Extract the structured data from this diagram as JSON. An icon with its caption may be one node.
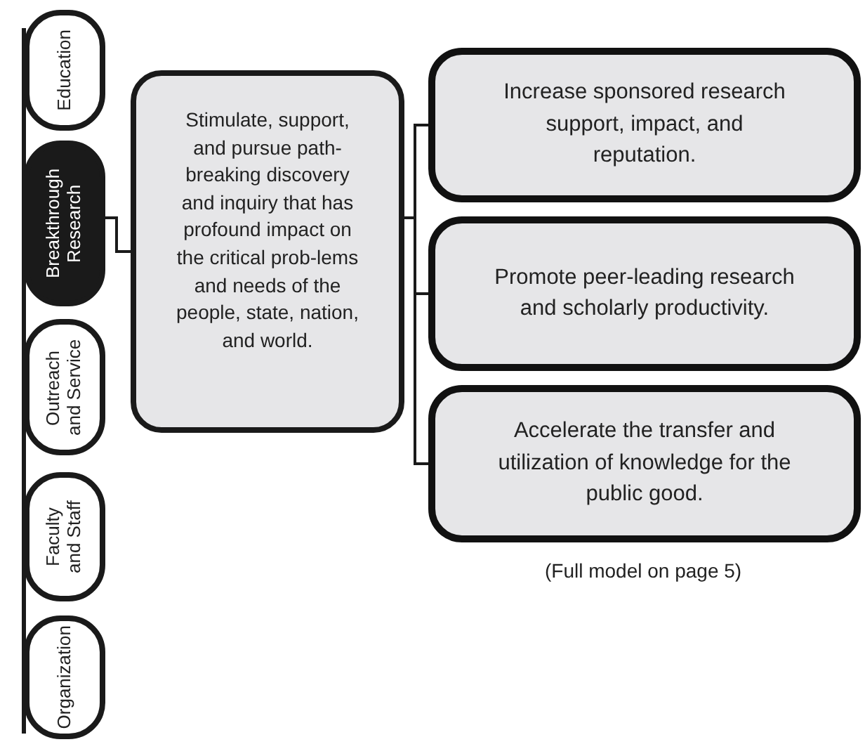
{
  "diagram": {
    "nodes": [
      {
        "text": [
          "Education"
        ]
      },
      {
        "text": [
          "Breakthrough Research"
        ]
      },
      {
        "text": [
          "Outreach and Service"
        ]
      },
      {
        "text": [
          "Faculty and Staff"
        ]
      },
      {
        "text": [
          "Organization"
        ]
      },
      {
        "text": [
          "Stimulate, support, and pursue path-breaking discovery and inquiry that has profound impact on the critical prob-lems and needs of the people, state, nation, and world."
        ]
      },
      {
        "text": [
          "Increase sponsored research support, impact, and reputation."
        ]
      },
      {
        "text": [
          "Promote peer-leading research and scholarly productivity."
        ]
      },
      {
        "text": [
          "Accelerate the transfer and utilization of knowledge for the public good."
        ]
      }
    ],
    "edges": [
      {
        "from": 1,
        "to": 5,
        "arrow": "none"
      },
      {
        "from": 5,
        "to": 6,
        "arrow": "none"
      },
      {
        "from": 5,
        "to": 7,
        "arrow": "none"
      },
      {
        "from": 5,
        "to": 8,
        "arrow": "none"
      }
    ],
    "labels": [
      "(Full model on page 5)"
    ]
  }
}
